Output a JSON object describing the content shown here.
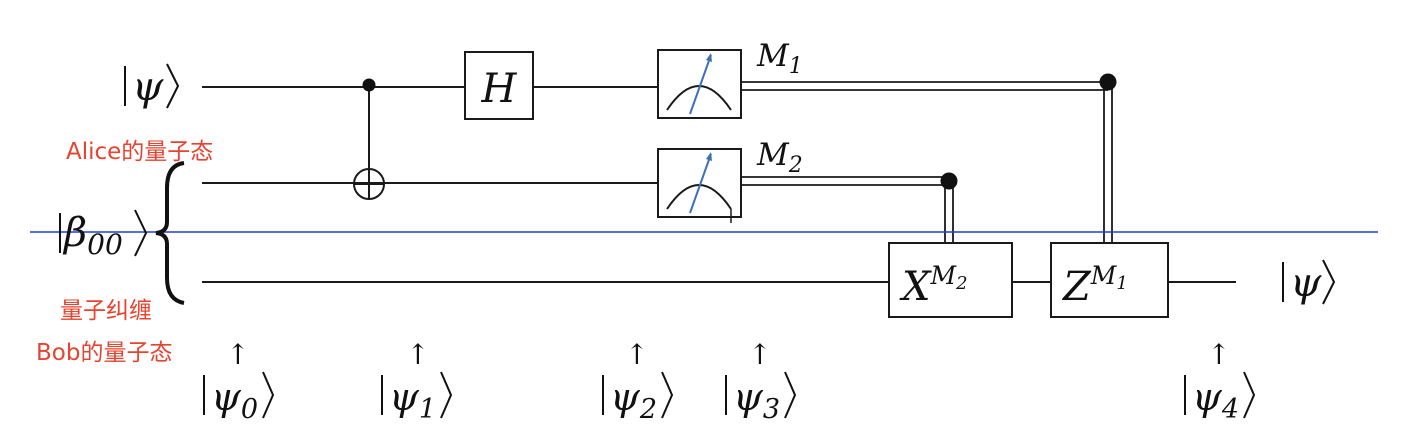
{
  "inputs": {
    "psi": "ψ",
    "beta": "β",
    "beta_sub": "00"
  },
  "annotations": {
    "alice": "Alice的量子态",
    "entangle": "量子纠缠",
    "bob": "Bob的量子态"
  },
  "gates": {
    "hadamard": "H",
    "x_gate": "X",
    "x_exp_base": "M",
    "x_exp_sub": "2",
    "z_gate": "Z",
    "z_exp_base": "M",
    "z_exp_sub": "1"
  },
  "measurements": {
    "m1_base": "M",
    "m1_sub": "1",
    "m2_base": "M",
    "m2_sub": "2"
  },
  "output": {
    "psi": "ψ"
  },
  "stages": [
    {
      "symbol": "ψ",
      "sub": "0",
      "arrow": "↑"
    },
    {
      "symbol": "ψ",
      "sub": "1",
      "arrow": "↑"
    },
    {
      "symbol": "ψ",
      "sub": "2",
      "arrow": "↑"
    },
    {
      "symbol": "ψ",
      "sub": "3",
      "arrow": "↑"
    },
    {
      "symbol": "ψ",
      "sub": "4",
      "arrow": "↑"
    }
  ],
  "colors": {
    "annotation": "#e8432f",
    "divider": "#1f3fd8",
    "ink": "#1a1a1a"
  }
}
